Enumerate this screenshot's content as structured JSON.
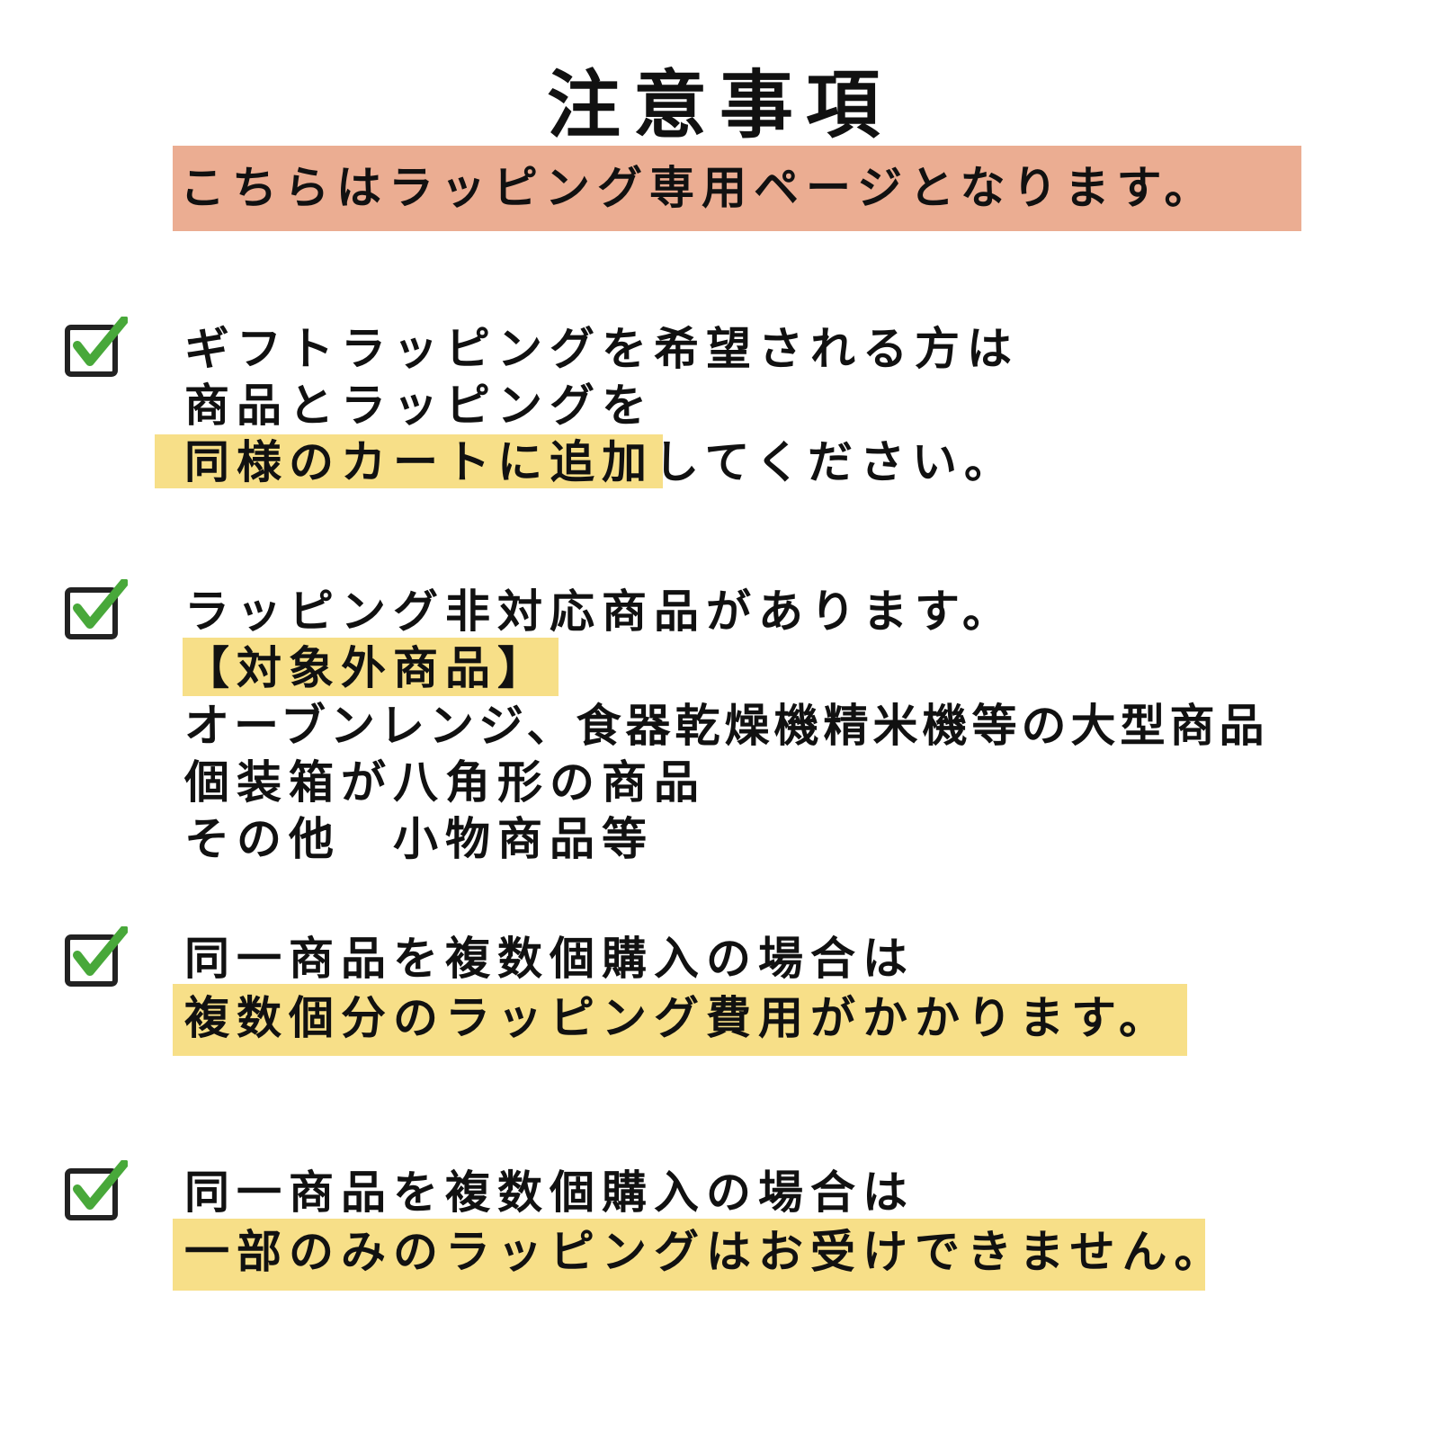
{
  "title": "注意事項",
  "subtitle": "こちらはラッピング専用ページとなります。",
  "colors": {
    "subtitle_bg": "#EBAD92",
    "highlight": "#F7DF88",
    "check_green": "#48A83A",
    "check_box": "#222222"
  },
  "icons": {
    "check": "checkbox-check-icon"
  },
  "sections": [
    {
      "lines": [
        {
          "text": "ギフトラッピングを希望される方は"
        },
        {
          "text": "商品とラッピングを"
        },
        {
          "highlight_text": "同様のカートに追加",
          "rest_text": "してください。"
        }
      ]
    },
    {
      "lines": [
        {
          "text": "ラッピング非対応商品があります。"
        },
        {
          "highlight_text": "【対象外商品】"
        },
        {
          "text": "オーブンレンジ、食器乾燥機精米機等の大型商品"
        },
        {
          "text": "個装箱が八角形の商品"
        },
        {
          "text": "その他　小物商品等"
        }
      ]
    },
    {
      "lines": [
        {
          "text": "同一商品を複数個購入の場合は"
        },
        {
          "highlight_text": "複数個分のラッピング費用がかかります。"
        }
      ]
    },
    {
      "lines": [
        {
          "text": "同一商品を複数個購入の場合は"
        },
        {
          "highlight_text": "一部のみのラッピングはお受けできません。"
        }
      ]
    }
  ]
}
